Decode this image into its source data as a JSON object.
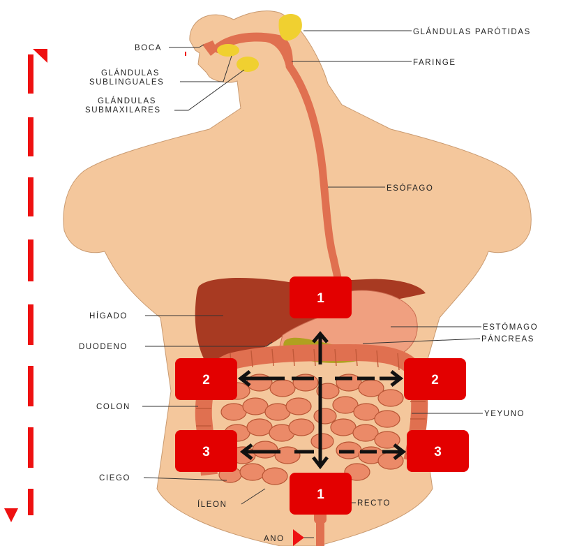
{
  "labels": {
    "boca": "BOCA",
    "sublinguales_1": "GLÁNDULAS",
    "sublinguales_2": "SUBLINGUALES",
    "submaxilares_1": "GLÁNDULAS",
    "submaxilares_2": "SUBMAXILARES",
    "parotidas": "GLÁNDULAS PARÓTIDAS",
    "faringe": "FARINGE",
    "esofago": "ESÓFAGO",
    "higado": "HÍGADO",
    "duodeno": "DUODENO",
    "estomago": "ESTÓMAGO",
    "pancreas": "PÁNCREAS",
    "colon": "COLON",
    "yeyuno": "YEYUNO",
    "ciego": "CIEGO",
    "ileon": "ÍLEON",
    "recto": "RECTO",
    "ano": "ANO"
  },
  "badges": {
    "top": "1",
    "mid_left": "2",
    "mid_right": "2",
    "low_left": "3",
    "low_right": "3",
    "bottom": "1"
  },
  "colors": {
    "skin": "#f4c79c",
    "organ": "#e07050",
    "liver": "#a83a22",
    "stomach": "#f0a080",
    "pancreas": "#b0a020",
    "gland": "#f0d030",
    "badge": "#e30000",
    "dashed_arrow": "#ee1111",
    "arrows": "#111111"
  }
}
